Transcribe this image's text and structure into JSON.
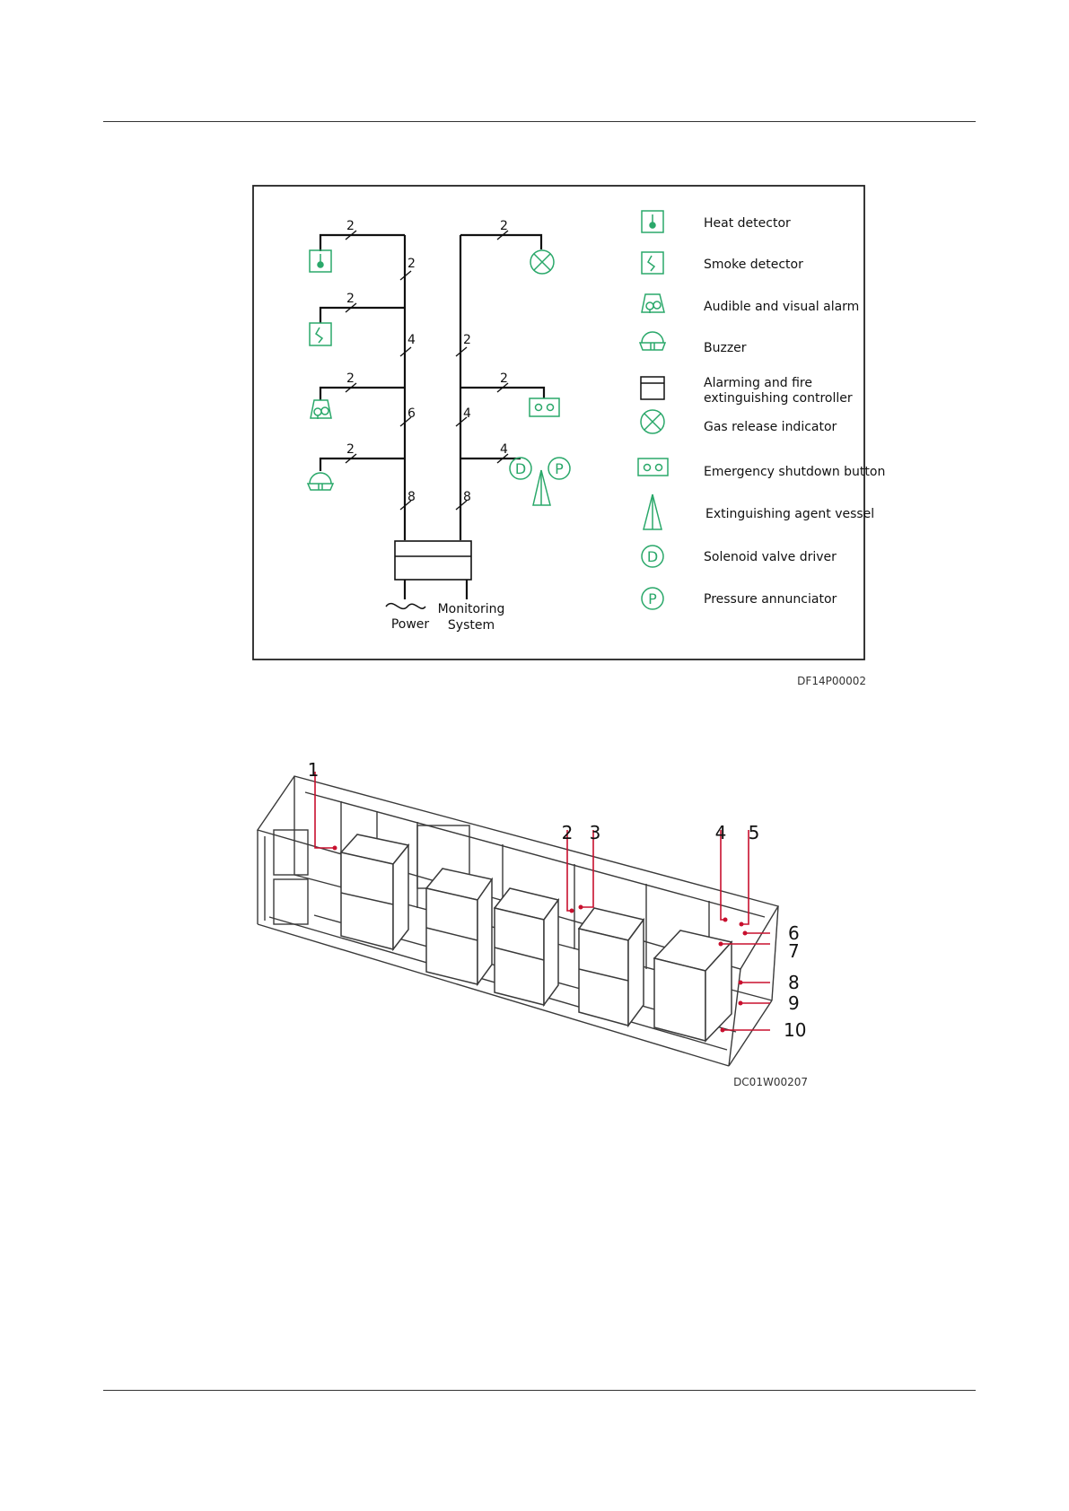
{
  "wiring_diagram": {
    "code": "DF14P00002",
    "legend": [
      {
        "icon": "heat-detector-icon",
        "label": "Heat detector"
      },
      {
        "icon": "smoke-detector-icon",
        "label": "Smoke detector"
      },
      {
        "icon": "audible-visual-alarm-icon",
        "label": "Audible and visual alarm"
      },
      {
        "icon": "buzzer-icon",
        "label": "Buzzer"
      },
      {
        "icon": "controller-icon",
        "label_line1": "Alarming and fire",
        "label_line2": "extinguishing controller"
      },
      {
        "icon": "gas-release-indicator-icon",
        "label": "Gas release indicator"
      },
      {
        "icon": "emergency-shutdown-button-icon",
        "label": "Emergency shutdown button"
      },
      {
        "icon": "extinguishing-agent-vessel-icon",
        "label": "Extinguishing agent vessel"
      },
      {
        "icon": "solenoid-valve-driver-icon",
        "label": "Solenoid valve driver"
      },
      {
        "icon": "pressure-annunciator-icon",
        "label": "Pressure annunciator"
      }
    ],
    "wire_counts": {
      "heat_branch": "2",
      "trunk_left_top": "2",
      "smoke_branch": "2",
      "trunk_left_4": "4",
      "alarm_branch": "2",
      "trunk_left_6": "6",
      "buzzer_branch": "2",
      "trunk_left_8": "8",
      "gas_branch": "2",
      "trunk_right_2": "2",
      "shutdown_branch": "2",
      "trunk_right_4": "4",
      "vessel_branch": "4",
      "trunk_right_8": "8"
    },
    "symbol_letters": {
      "solenoid": "D",
      "pressure": "P"
    },
    "power_label": "Power",
    "monitoring_label_line1": "Monitoring",
    "monitoring_label_line2": "System",
    "colors": {
      "symbol": "#2aa86a",
      "line": "#111111"
    }
  },
  "container_diagram": {
    "code": "DC01W00207",
    "callouts": [
      "1",
      "2",
      "3",
      "4",
      "5",
      "6",
      "7",
      "8",
      "9",
      "10"
    ],
    "colors": {
      "callout": "#c8102e",
      "outline": "#3a3a3a"
    }
  }
}
